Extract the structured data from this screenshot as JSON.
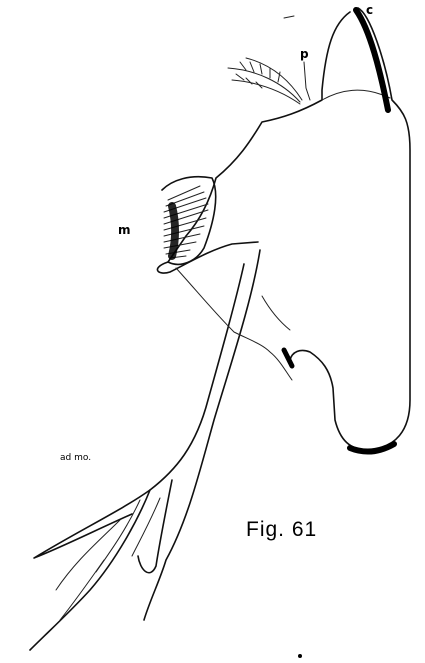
{
  "figure": {
    "caption": "Fig. 61",
    "labels": {
      "c": "c",
      "p": "p",
      "m": "m",
      "ad_mo": "ad mo."
    }
  }
}
